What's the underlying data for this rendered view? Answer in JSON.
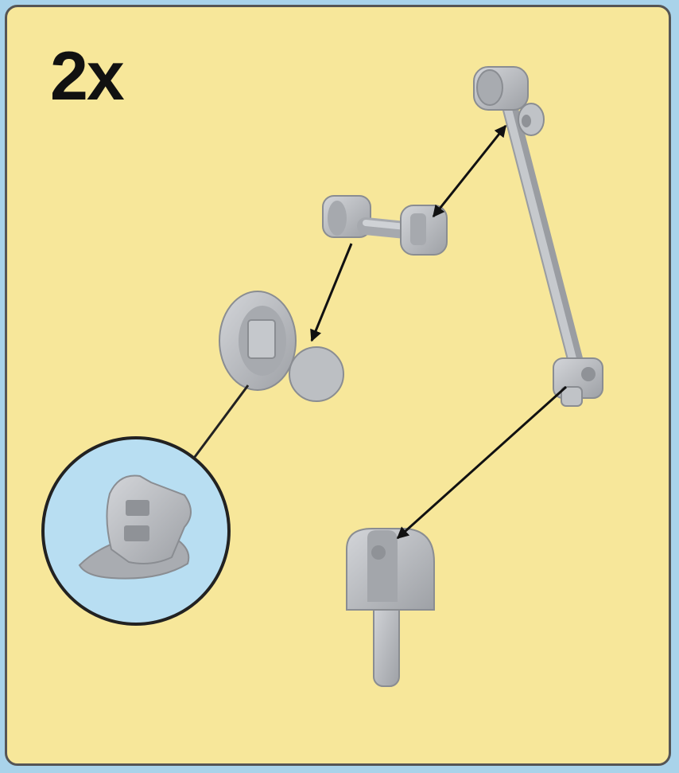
{
  "step": {
    "quantity_label": "2x"
  },
  "colors": {
    "panel_background": "#f7e79a",
    "page_background": "#a9d3ea",
    "callout_background": "#b8def2",
    "part_grey": "#b3b6bb",
    "part_dark": "#7d8085",
    "arrow": "#111111"
  },
  "parts": [
    {
      "name": "axle-connector",
      "icon": "axle-connector-icon"
    },
    {
      "name": "round-plate-with-clip",
      "icon": "round-plate-icon"
    },
    {
      "name": "long-bar-with-clips",
      "icon": "bar-icon"
    },
    {
      "name": "rounded-bracket-with-pin",
      "icon": "bracket-pin-icon"
    }
  ],
  "callout": {
    "name": "clip-detail-callout",
    "icon": "clip-detail-icon"
  }
}
